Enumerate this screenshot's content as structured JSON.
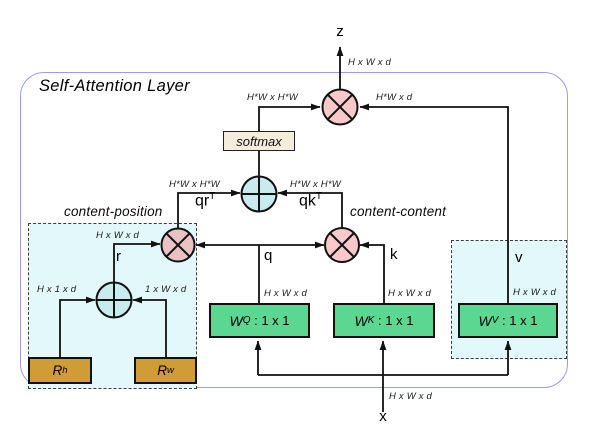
{
  "title": "Self-Attention Layer",
  "colors": {
    "frame_blue": "#9b9bee",
    "multiply_fill": "#f8c8ca",
    "multiply_fill_muted": "#e9c2c4",
    "add_fill": "#c8ecee",
    "region_fill": "#e2f8fb",
    "softmax_fill": "#f4eddb",
    "weight_green": "#5cd792",
    "embedding_tan": "#cf9c35",
    "wire": "#111111"
  },
  "io": {
    "output": "z",
    "input": "x"
  },
  "signals": {
    "q": "q",
    "k": "k",
    "v": "v",
    "r": "r"
  },
  "products": {
    "qr": {
      "base": "qr",
      "sup": "T"
    },
    "qk": {
      "base": "qk",
      "sup": "T"
    }
  },
  "ops": {
    "softmax": "softmax"
  },
  "regions": {
    "content_position": "content-position",
    "content_content": "content-content"
  },
  "weights": {
    "wq": {
      "w": "W",
      "sub": "Q",
      "rest": " : 1 x 1"
    },
    "wk": {
      "w": "W",
      "sub": "K",
      "rest": " : 1 x 1"
    },
    "wv": {
      "w": "W",
      "sub": "V",
      "rest": " : 1 x 1"
    }
  },
  "rel_embeddings": {
    "rh": {
      "r": "R",
      "sub": "h"
    },
    "rw": {
      "r": "R",
      "sub": "w"
    }
  },
  "dims": {
    "hwd": "H x W x d",
    "attn": "H*W x H*W",
    "hw_d": "H*W x d",
    "h1d": "H x 1 x d",
    "w1d": "1 x W x d"
  }
}
